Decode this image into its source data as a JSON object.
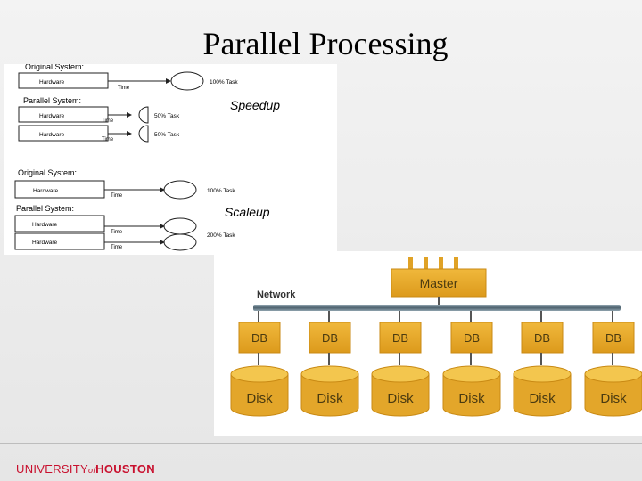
{
  "slide": {
    "title": "Parallel Processing"
  },
  "speedup_figure": {
    "original_label": "Original System:",
    "parallel_label": "Parallel System:",
    "hardware_label": "Hardware",
    "time_label": "Time",
    "task_full": "100% Task",
    "task_half": "50% Task",
    "caption": "Speedup"
  },
  "scaleup_figure": {
    "original_label": "Original System:",
    "parallel_label": "Parallel System:",
    "hardware_label": "Hardware",
    "time_label": "Time",
    "task_single": "100% Task",
    "task_double": "200% Task",
    "caption": "Scaleup"
  },
  "network_figure": {
    "network_label": "Network",
    "master_label": "Master",
    "node_label": "DB",
    "disk_label": "Disk",
    "colors": {
      "box": "#e8a826",
      "box_border": "#c98a14",
      "disk_top": "#f3c64e",
      "bus": "#6b7f8c"
    }
  },
  "footer": {
    "logo_part1": "UNIVERSITY",
    "logo_of": "of",
    "logo_part2": "HOUSTON",
    "logo_color": "#c8102e"
  }
}
